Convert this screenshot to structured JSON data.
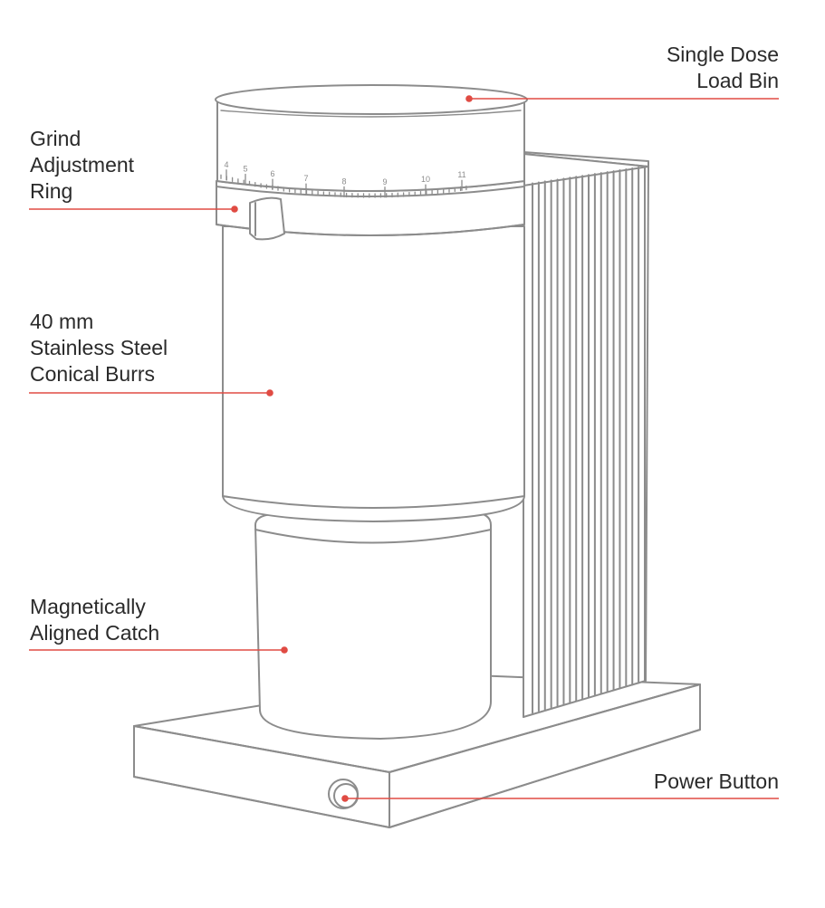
{
  "diagram": {
    "colors": {
      "outline": "#8c8c8c",
      "leader": "#e04b43",
      "text": "#2a2a2a",
      "background": "#ffffff"
    },
    "dial_ticks": [
      "4",
      "5",
      "6",
      "7",
      "8",
      "9",
      "10",
      "11"
    ],
    "callouts": {
      "load_bin": {
        "lines": [
          "Single Dose",
          "Load Bin"
        ]
      },
      "grind_ring": {
        "lines": [
          "Grind",
          "Adjustment",
          "Ring"
        ]
      },
      "burrs": {
        "lines": [
          "40 mm",
          "Stainless Steel",
          "Conical Burrs"
        ]
      },
      "catch": {
        "lines": [
          "Magnetically",
          "Aligned Catch"
        ]
      },
      "power": {
        "lines": [
          "Power Button"
        ]
      }
    }
  }
}
